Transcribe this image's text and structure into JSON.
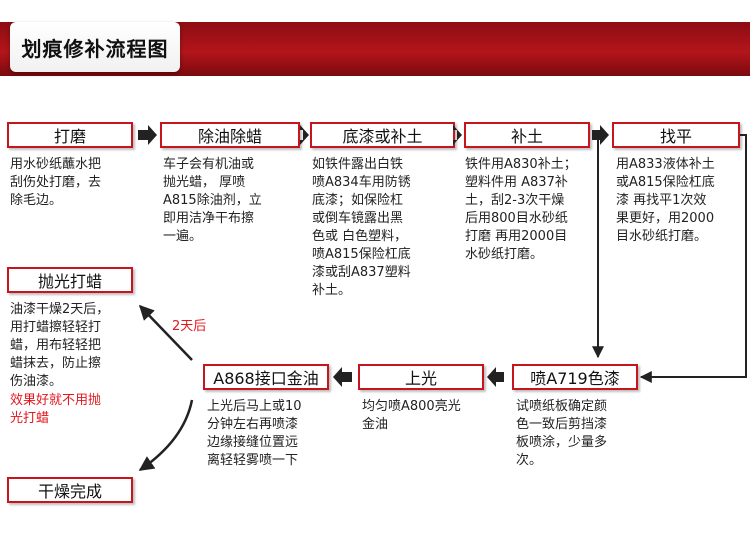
{
  "title": "划痕修补流程图",
  "steps": [
    {
      "label": "打磨",
      "desc": "用水砂纸蘸水把\n刮伤处打磨，去\n除毛边。"
    },
    {
      "label": "除油除蜡",
      "desc": "车子会有机油或\n抛光蜡，  厚喷\nA815除油剂，立\n即用洁净干布擦\n一遍。"
    },
    {
      "label": "底漆或补土",
      "desc": "如铁件露出白铁\n喷A834车用防锈\n底漆；如保险杠\n或倒车镜露出黑\n色或 白色塑料，\n喷A815保险杠底\n漆或刮A837塑料\n补土。"
    },
    {
      "label": "补土",
      "desc": "铁件用A830补土；\n塑料件用 A837补\n土，刮2-3次干燥\n后用800目水砂纸\n打磨 再用2000目\n水砂纸打磨。"
    },
    {
      "label": "找平",
      "desc": "用A833液体补土\n或A815保险杠底\n漆 再找平1次效\n果更好，用2000\n目水砂纸打磨。"
    },
    {
      "label": "喷A719色漆",
      "desc": "试喷纸板确定颜\n色一致后剪挡漆\n板喷涂，少量多\n次。"
    },
    {
      "label": "上光",
      "desc": "均匀喷A800亮光\n金油"
    },
    {
      "label": "A868接口金油",
      "desc": "上光后马上或10\n分钟左右再喷漆\n边缘接缝位置远\n离轻轻雾喷一下"
    },
    {
      "label": "抛光打蜡",
      "desc": "油漆干燥2天后，\n用打蜡擦轻轻打\n蜡，用布轻轻把\n蜡抹去，防止擦\n伤油漆。",
      "note": "效果好就不用抛\n光打蜡"
    },
    {
      "label": "干燥完成",
      "desc": ""
    }
  ],
  "wait_label": "2天后",
  "colors": {
    "accent": "#c4161c",
    "note": "#e3161d",
    "arrow": "#222222"
  }
}
